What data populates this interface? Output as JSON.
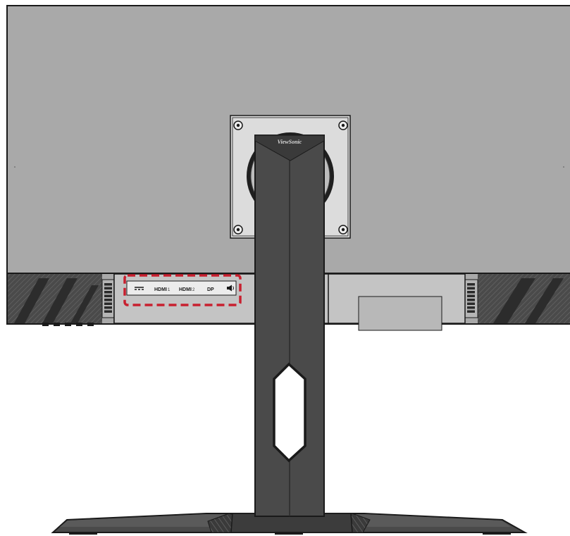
{
  "brand": "ViewSonic",
  "ports": [
    {
      "id": "power",
      "label": "",
      "num": "",
      "icon": "dc-power-icon"
    },
    {
      "id": "hdmi1",
      "label": "HDMI",
      "num": "1",
      "icon": ""
    },
    {
      "id": "hdmi2",
      "label": "HDMI",
      "num": "2",
      "icon": ""
    },
    {
      "id": "dp",
      "label": "DP",
      "num": "",
      "icon": ""
    },
    {
      "id": "audio",
      "label": "",
      "num": "",
      "icon": "audio-out-icon"
    }
  ],
  "colors": {
    "monitor_back": "#a9a9a9",
    "outline": "#1a1a1a",
    "stand": "#4a4a4a",
    "stand_dark": "#2e2e2e",
    "highlight": "#c8202f",
    "io_panel": "#c4c4c4"
  }
}
